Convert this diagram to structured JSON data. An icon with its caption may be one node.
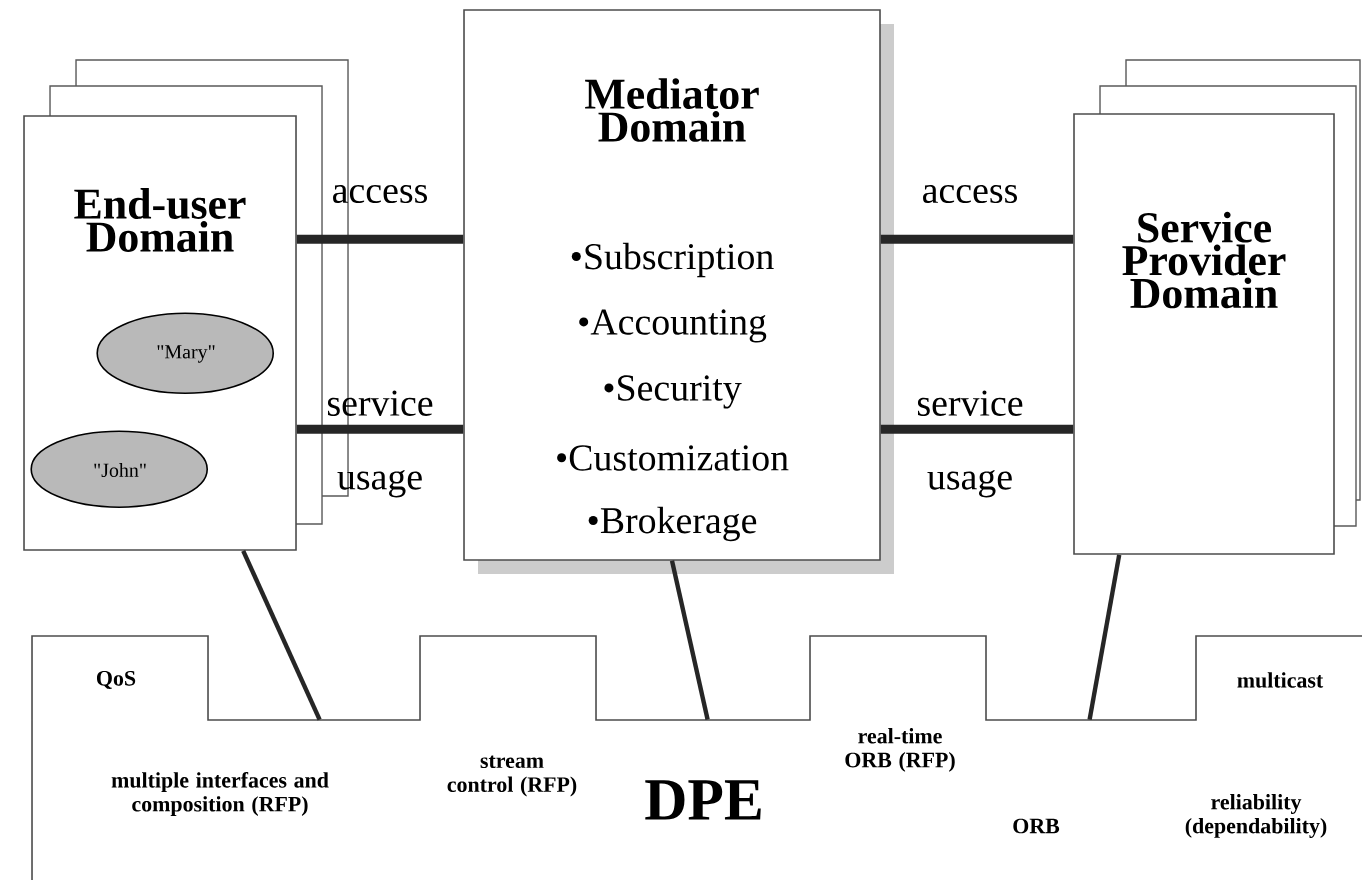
{
  "diagram": {
    "nodes": [
      {
        "text": [
          "End-user Domain"
        ]
      },
      {
        "text": [
          "\"Mary\""
        ],
        "in": 0
      },
      {
        "text": [
          "\"John\""
        ],
        "in": 0
      },
      {
        "text": [
          "Mediator Domain",
          "•Subscription",
          "•Accounting",
          "•Security",
          "•Customization",
          "•Brokerage"
        ]
      },
      {
        "text": [
          "Service Provider Domain"
        ]
      },
      {
        "text": [
          "QoS",
          "multiple interfaces and composition (RFP)",
          "stream control (RFP)",
          "DPE",
          "real-time ORB (RFP)",
          "ORB",
          "multicast",
          "reliability (dependability)"
        ]
      }
    ],
    "edges": [
      {
        "from": 0,
        "to": 3,
        "arrow": "none",
        "label": "access"
      },
      {
        "from": 0,
        "to": 3,
        "arrow": "none",
        "label": "service usage"
      },
      {
        "from": 3,
        "to": 4,
        "arrow": "none",
        "label": "access"
      },
      {
        "from": 3,
        "to": 4,
        "arrow": "none",
        "label": "service usage"
      },
      {
        "from": 0,
        "to": 5,
        "arrow": "none"
      },
      {
        "from": 3,
        "to": 5,
        "arrow": "none"
      },
      {
        "from": 4,
        "to": 5,
        "arrow": "none"
      }
    ]
  }
}
